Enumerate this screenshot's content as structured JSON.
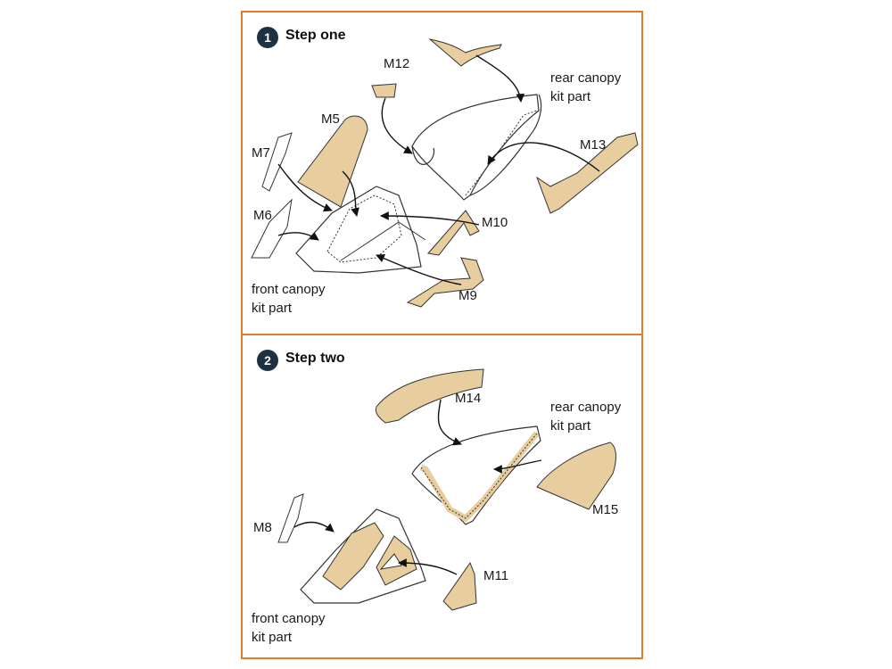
{
  "steps": [
    {
      "number": "1",
      "title": "Step one",
      "labels": {
        "m12": "M12",
        "m5": "M5",
        "m7": "M7",
        "m6": "M6",
        "m13": "M13",
        "m10": "M10",
        "m9": "M9",
        "rear_line1": "rear canopy",
        "rear_line2": "kit part",
        "front_line1": "front canopy",
        "front_line2": "kit part"
      }
    },
    {
      "number": "2",
      "title": "Step two",
      "labels": {
        "m14": "M14",
        "m15": "M15",
        "m8": "M8",
        "m11": "M11",
        "rear_line1": "rear canopy",
        "rear_line2": "kit part",
        "front_line1": "front canopy",
        "front_line2": "kit part"
      }
    }
  ],
  "colors": {
    "frame": "#e37c2b",
    "badge": "#1e3142",
    "mask": "#e8cd9e",
    "line": "#333333"
  }
}
